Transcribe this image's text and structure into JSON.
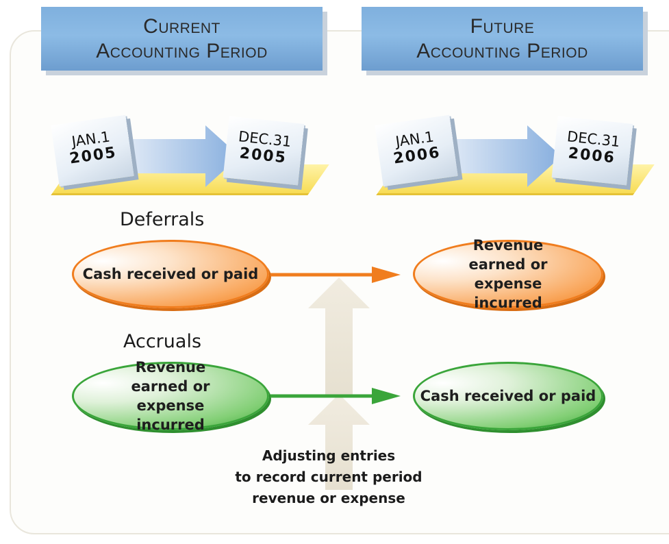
{
  "headers": {
    "current": {
      "line1": "Current",
      "line2": "Accounting Period"
    },
    "future": {
      "line1": "Future",
      "line2": "Accounting Period"
    }
  },
  "calendars": {
    "current_start": {
      "month": "JAN.1",
      "year": "2005"
    },
    "current_end": {
      "month": "DEC.31",
      "year": "2005"
    },
    "future_start": {
      "month": "JAN.1",
      "year": "2006"
    },
    "future_end": {
      "month": "DEC.31",
      "year": "2006"
    }
  },
  "deferrals": {
    "label": "Deferrals",
    "left": "Cash received or paid",
    "right": "Revenue earned or expense incurred"
  },
  "accruals": {
    "label": "Accruals",
    "left": "Revenue earned or expense incurred",
    "right": "Cash received or paid"
  },
  "adjusting": {
    "line1": "Adjusting entries",
    "line2": "to record current period",
    "line3": "revenue or expense"
  },
  "colors": {
    "header_blue": "#7fb0de",
    "deferral_orange": "#f07d1e",
    "accrual_green": "#3aa53a",
    "plate_yellow": "#f7dc55"
  }
}
